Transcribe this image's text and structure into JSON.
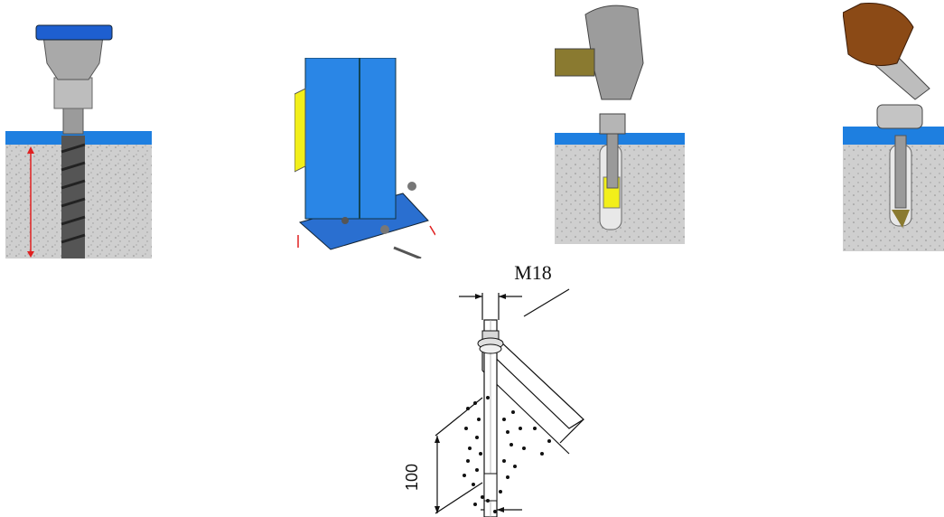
{
  "steps": [
    {
      "name": "drill-hole"
    },
    {
      "name": "position-column"
    },
    {
      "name": "hammer-anchor"
    },
    {
      "name": "tighten-nut"
    }
  ],
  "anchor_drawing": {
    "bolt_size_label": "M18",
    "depth_label": "100"
  },
  "colors": {
    "ground": "#1e7fe0",
    "concrete": "#cfcfcf",
    "column": "#2a86e6",
    "anchor_sleeve": "#f2ef1a",
    "hand": "#8b4a16",
    "dimension_red": "#e02020"
  }
}
